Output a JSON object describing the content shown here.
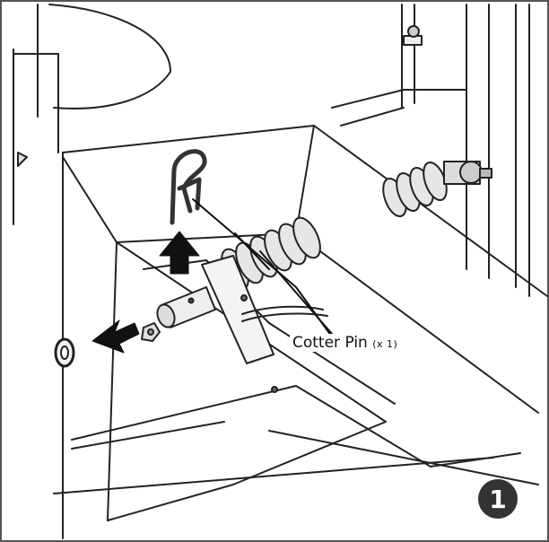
{
  "callout": {
    "part_name": "Cotter Pin",
    "quantity": "(x 1)"
  },
  "step": {
    "number": "1"
  },
  "icons": {
    "arrow_up": "removal-arrow-up-icon",
    "arrow_left": "removal-arrow-left-icon",
    "cotter_pin": "cotter-pin-icon",
    "washer": "washer-icon"
  },
  "colors": {
    "line": "#222222",
    "spring_fill": "#e6e6e6",
    "arrow": "#111111",
    "badge": "#333333"
  }
}
